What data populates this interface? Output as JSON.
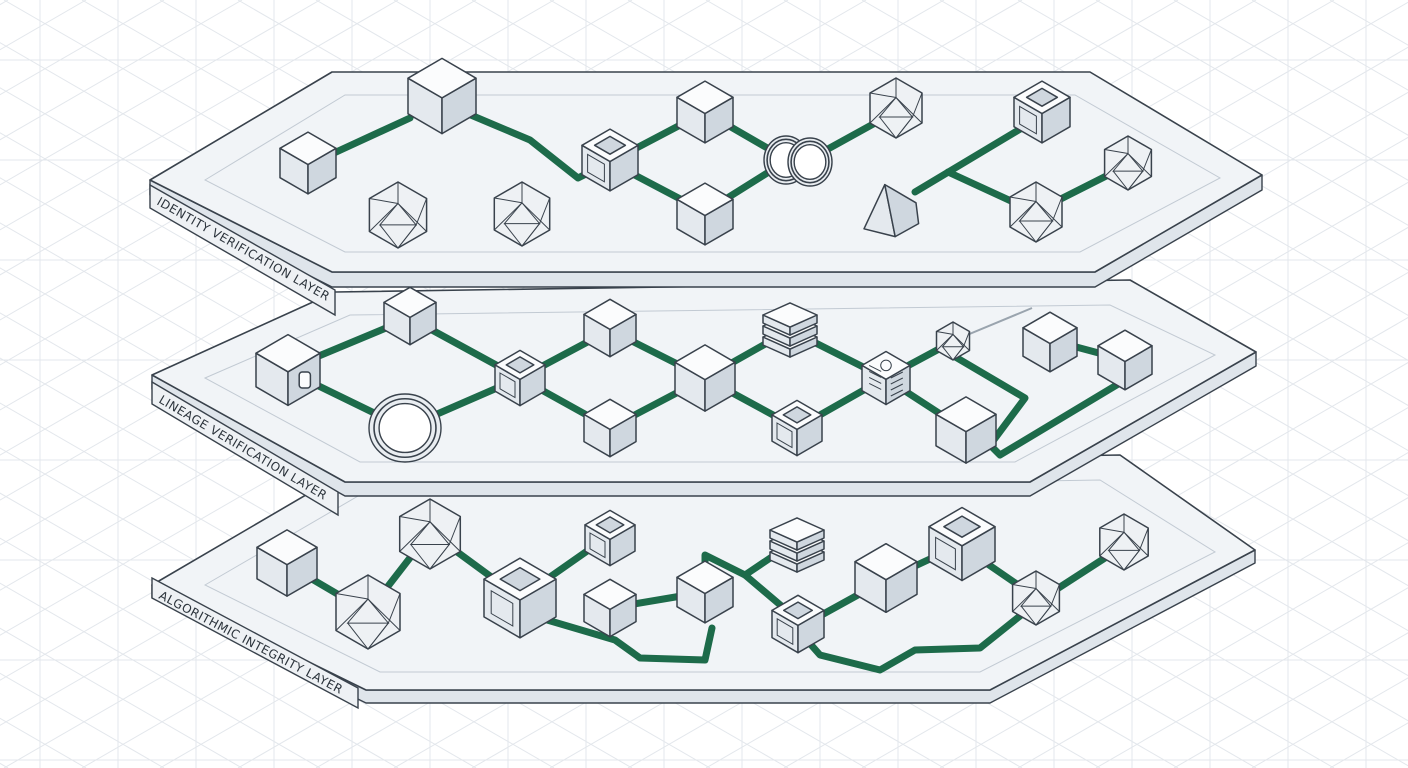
{
  "layers": [
    {
      "id": "identity",
      "label": "IDENTITY VERIFICATION LAYER"
    },
    {
      "id": "lineage",
      "label": "LINEAGE VERIFICATION LAYER"
    },
    {
      "id": "algorithmic",
      "label": "ALGORITHMIC INTEGRITY LAYER"
    }
  ],
  "colors": {
    "background": "#ffffff",
    "plate": "#f1f4f7",
    "outline": "#39424c",
    "connection": "#1d6b4a"
  },
  "node_shape_names": [
    "cube",
    "hollow-cube",
    "icosahedron",
    "ring",
    "stacked-slabs",
    "wedge",
    "circuit-cube"
  ]
}
